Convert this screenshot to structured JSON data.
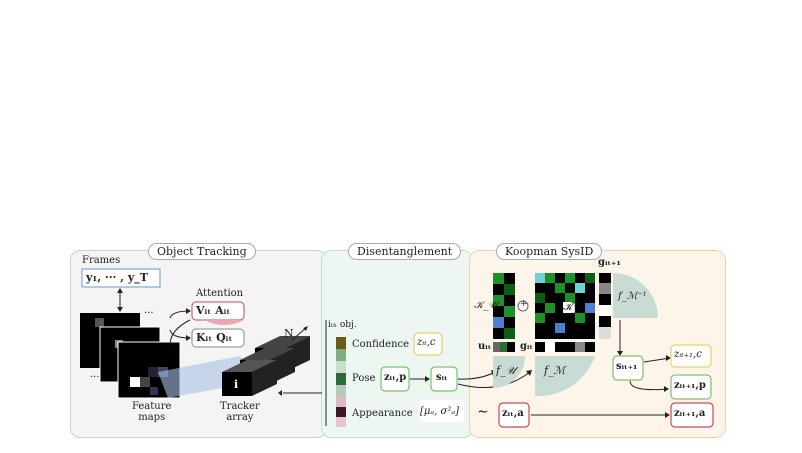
{
  "panels": {
    "tracking": "Object Tracking",
    "disentangle": "Disentanglement",
    "koopman": "Koopman SysID"
  },
  "tracking": {
    "frames_label": "Frames",
    "frames_seq": "y₁, ··· , y_T",
    "attention_label": "Attention",
    "v_a": "Vᵢₜ  Aᵢₜ",
    "k_q": "Kᵢₜ  Qᵢₜ",
    "feature_maps": "Feature\nmaps",
    "tracker_array": "Tracker\narray",
    "n_label": "N",
    "i_label": "i",
    "dots": "···"
  },
  "disentangle": {
    "ith_obj": "iₜₕ obj.",
    "confidence": "Confidence",
    "confidence_var": "zᵢₜ,c",
    "pose": "Pose",
    "pose_var": "zᵢₜ,p",
    "appearance": "Appearance",
    "appearance_var": "[μₐ, σ²ₐ]",
    "s_t": "sᵢₜ",
    "tilde": "∼",
    "z_ta": "zᵢₜ,a"
  },
  "koopman": {
    "K_U": "𝒦_𝒰",
    "K_op": "𝒦",
    "plus": "+",
    "u_t": "uᵢₜ",
    "g_t": "gᵢₜ",
    "g_t1": "gᵢₜ₊₁",
    "f_U": "f_𝒰",
    "f_M": "f_ℳ",
    "f_Minv": "f_ℳ⁻¹",
    "s_t1": "sᵢₜ₊₁",
    "z_t1c": "zᵢₜ₊₁,c",
    "z_t1p": "zᵢₜ₊₁,p",
    "z_t1a": "zᵢₜ₊₁,a"
  },
  "colors": {
    "tracking_bg": "#f4f4f4",
    "disentangle_bg": "#eef6f2",
    "koopman_bg": "#fdf4ea",
    "green": "#1f8f2a",
    "dark_green": "#0b5e14",
    "blue": "#4a7fd1",
    "cyan": "#6fd3d3",
    "red_border": "#d2455a",
    "green_border": "#7cc36a",
    "yellow_border": "#e8d36a",
    "teal_fill": "#c9dcd3"
  }
}
